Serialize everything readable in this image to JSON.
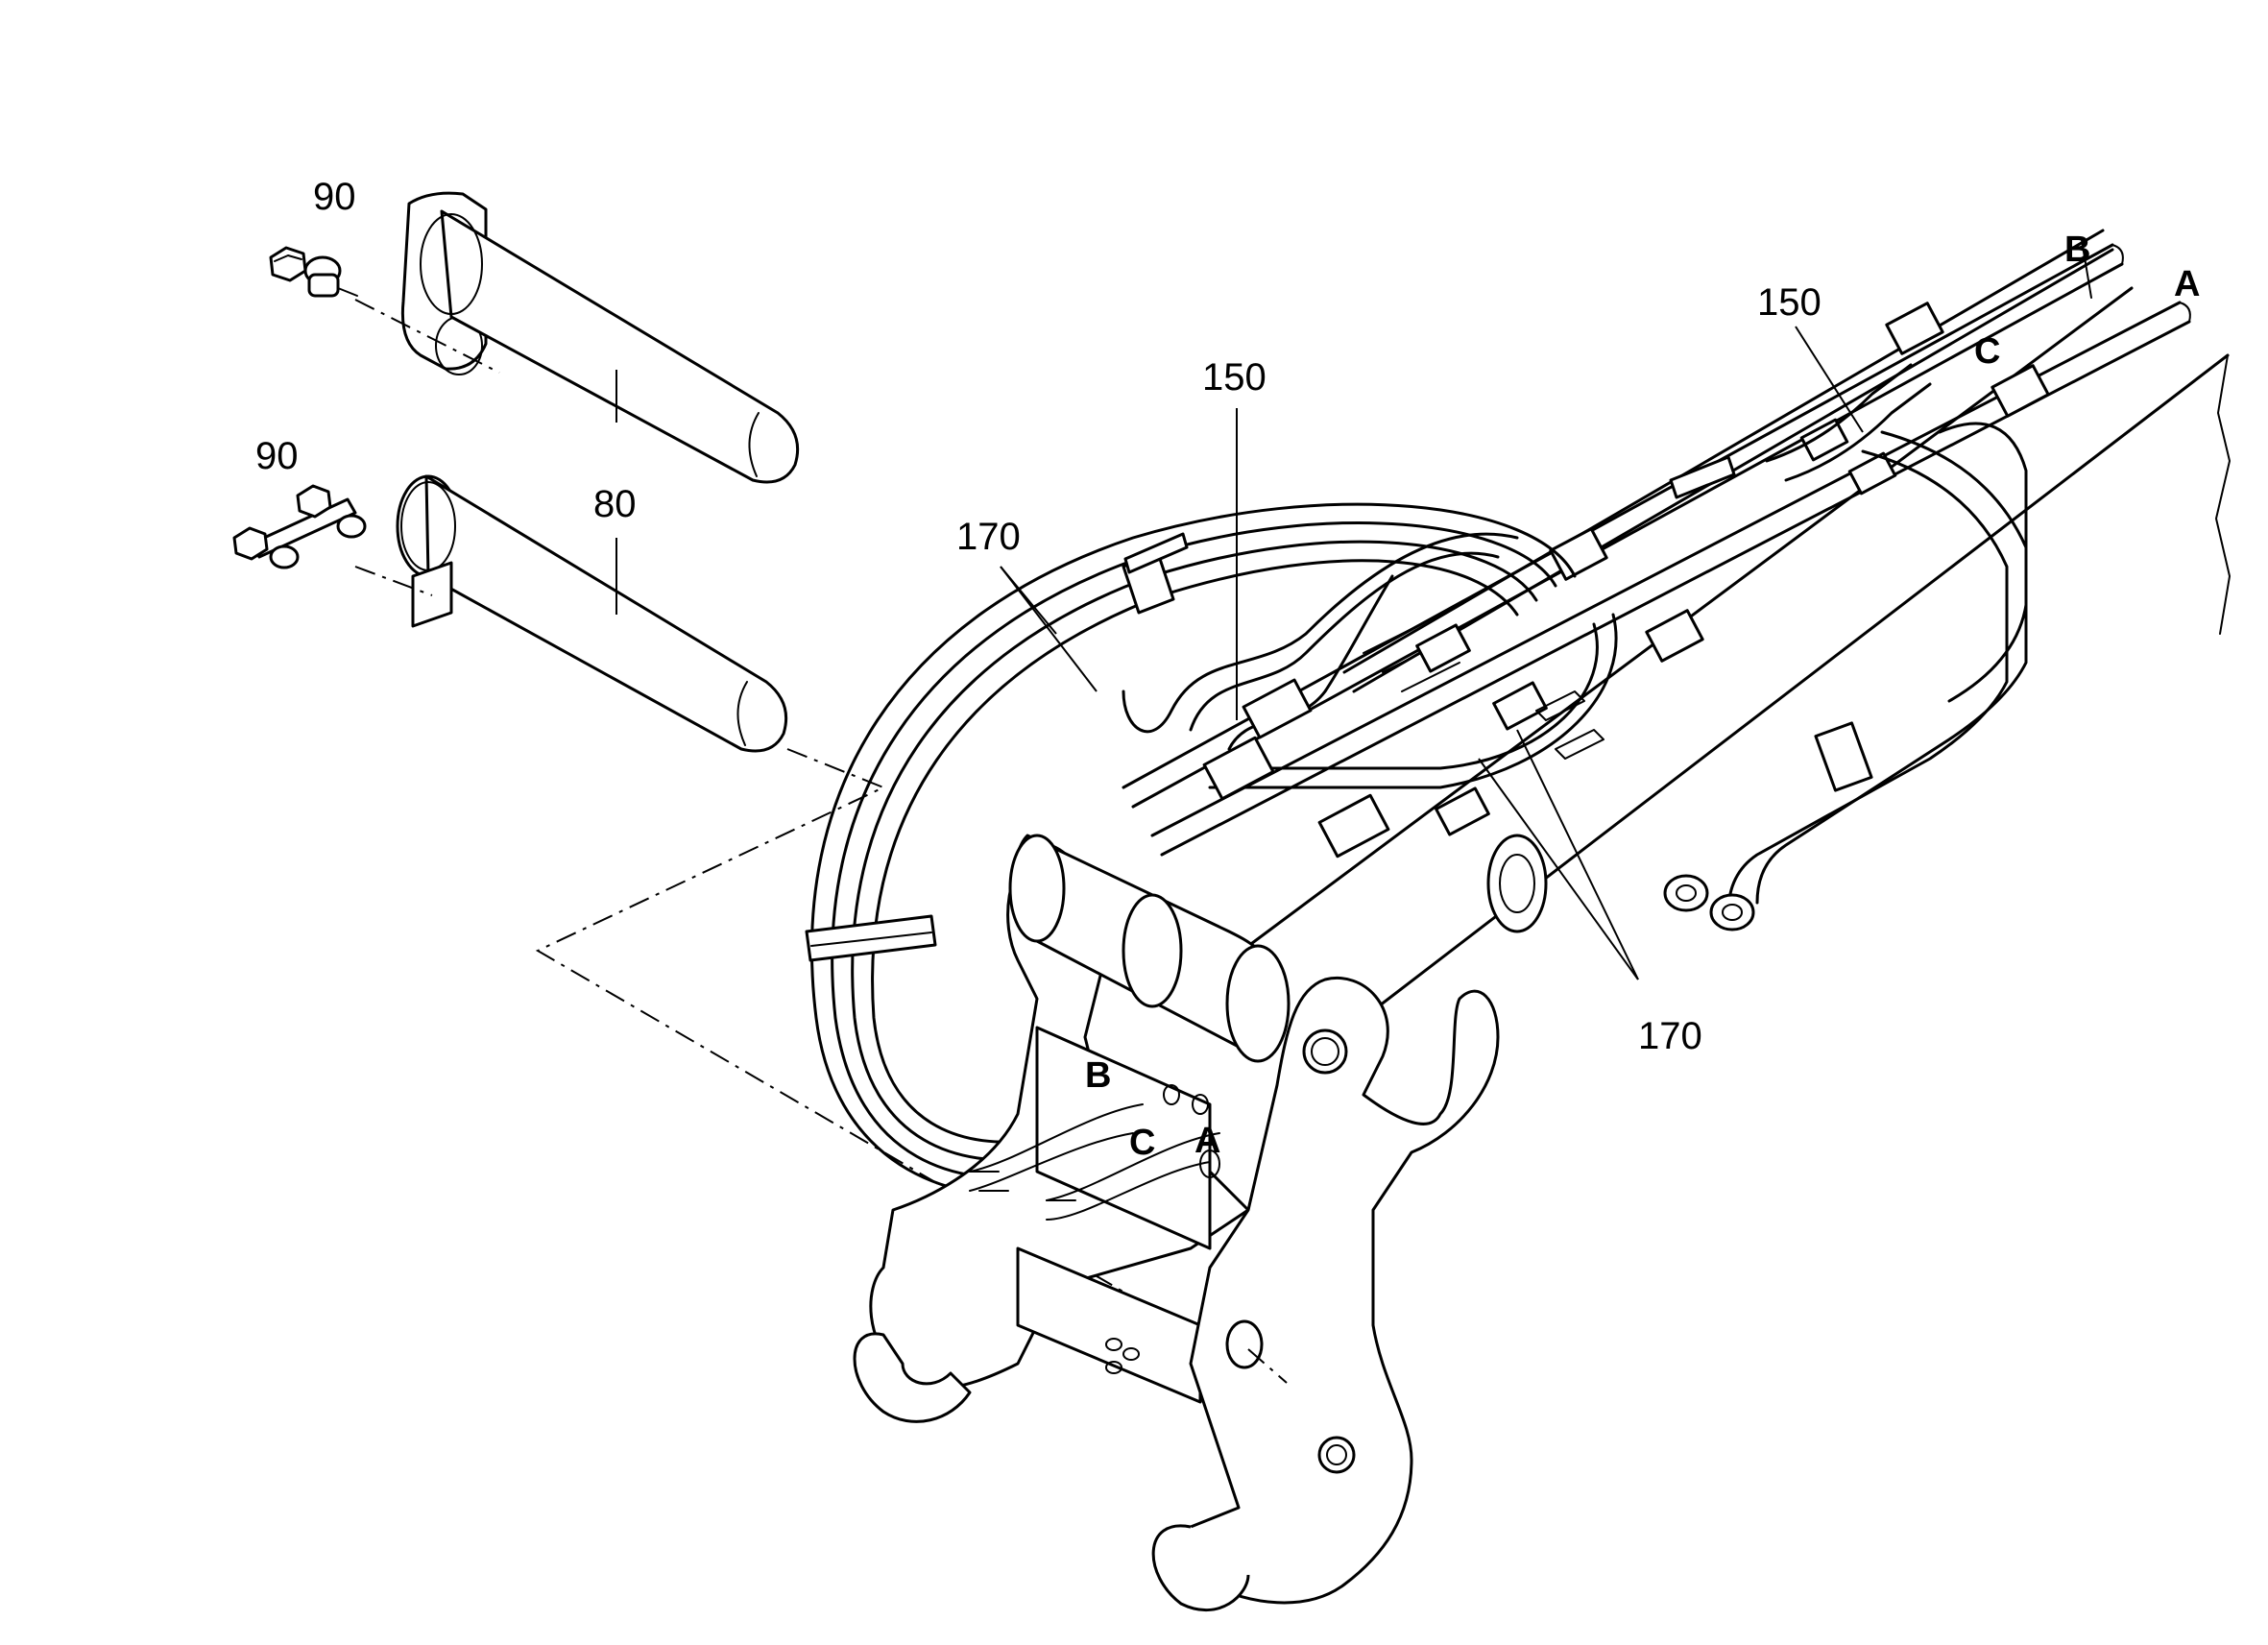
{
  "callouts": {
    "bolt_top_90": "90",
    "bolt_bottom_90": "90",
    "pins_80": "80",
    "center_150": "150",
    "right_150": "150",
    "hoses_left_170": "170",
    "hoses_right_170": "170",
    "port_B_right": "B",
    "port_A_right": "A",
    "port_C_right": "C",
    "port_B_bracket": "B",
    "port_C_bracket": "C",
    "port_A_bracket": "A"
  },
  "colors": {
    "ink": "#000000",
    "paper": "#ffffff"
  }
}
